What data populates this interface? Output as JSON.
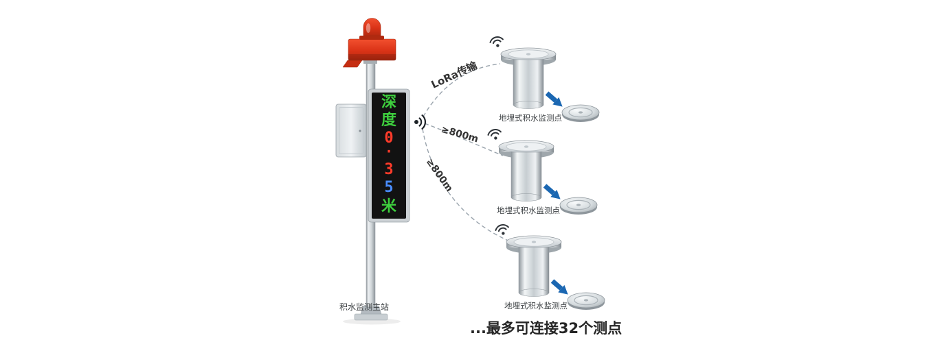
{
  "main_station": {
    "label": "积水监测主站",
    "display": {
      "rows": [
        {
          "char": "深",
          "color": "#3ecf3e"
        },
        {
          "char": "度",
          "color": "#3ecf3e"
        },
        {
          "char": "0",
          "color": "#ff3b2a"
        },
        {
          "char": "·",
          "color": "#ff3b2a"
        },
        {
          "char": "3",
          "color": "#ff3b2a"
        },
        {
          "char": "5",
          "color": "#4a8dff"
        },
        {
          "char": "米",
          "color": "#3ecf3e"
        }
      ]
    }
  },
  "links": [
    {
      "label": "LoRa传输"
    },
    {
      "label": "≥800m"
    },
    {
      "label": "≥800m"
    }
  ],
  "monitor_points": [
    {
      "label": "地埋式积水监测点"
    },
    {
      "label": "地埋式积水监测点"
    },
    {
      "label": "地埋式积水监测点"
    }
  ],
  "footer": {
    "text": "...最多可连接32个测点"
  },
  "colors": {
    "alarm_red": "#da3317",
    "arrow_blue": "#1b67b2",
    "dashed_gray": "#9aa4ad",
    "led_green": "#3ecf3e",
    "led_red": "#ff3b2a",
    "led_blue": "#4a8dff",
    "steel_gray": "#c6cdd1"
  }
}
